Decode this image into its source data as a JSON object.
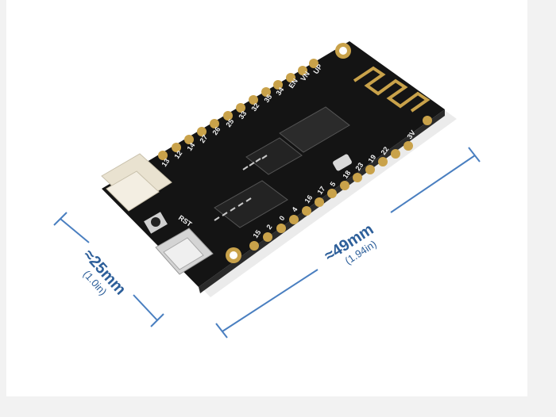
{
  "dimensions": {
    "width_main": "≈25mm",
    "width_sub": "(1.0in)",
    "length_main": "≈49mm",
    "length_sub": "(1.94in)"
  },
  "pin_labels": {
    "top_row": [
      "UP",
      "VN",
      "EN",
      "34",
      "35",
      "32",
      "33",
      "25",
      "26",
      "27",
      "14",
      "12",
      "13"
    ],
    "bottom_row": [
      "3V",
      "22",
      "19",
      "23",
      "18",
      "5",
      "17",
      "16",
      "4",
      "0",
      "2",
      "15"
    ],
    "rst": "RST"
  },
  "colors": {
    "board": "#141414",
    "dimension_line": "#4a7fc0",
    "pad_gold": "#c9a24a"
  }
}
